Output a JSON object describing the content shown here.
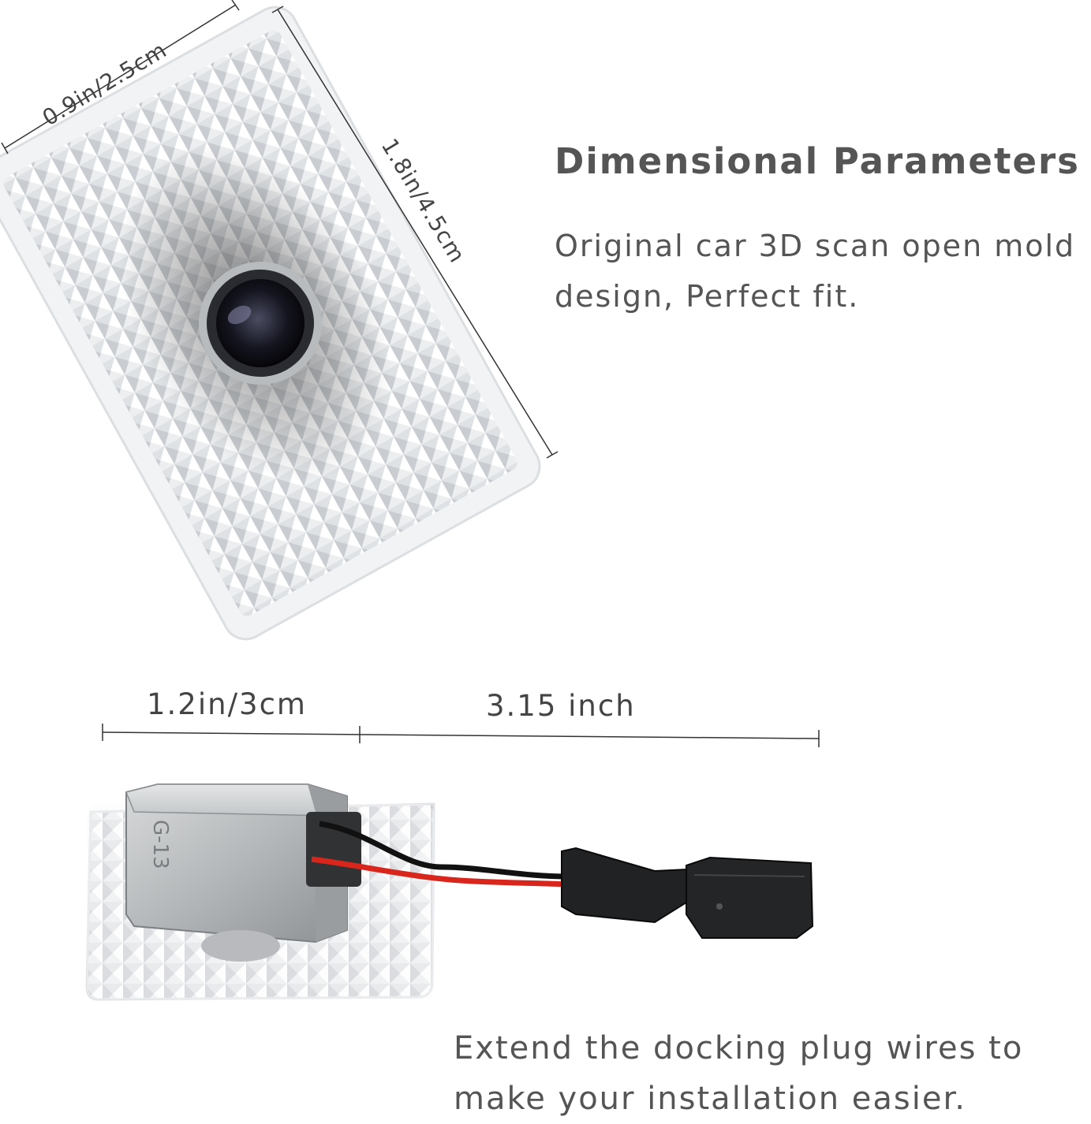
{
  "heading": "Dimensional Parameters",
  "description_lines": [
    "Original car 3D scan open mold",
    "design, Perfect fit."
  ],
  "dimensions": {
    "width_top": "0.9in/2.5cm",
    "length_top": "1.8in/4.5cm",
    "body_width": "1.2in/3cm",
    "wire_length": "3.15 inch"
  },
  "product_part_label": "G-13",
  "bottom_note_lines": [
    "Extend the docking plug wires to",
    "make your installation easier."
  ],
  "colors": {
    "text": "#555555",
    "wire_red": "#d9261c",
    "wire_black": "#111111",
    "connector": "#222222",
    "housing": "#c9cbcc",
    "lens": "#1a1a22"
  }
}
